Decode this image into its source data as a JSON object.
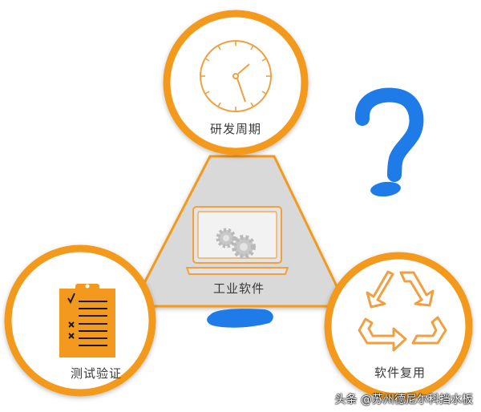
{
  "nodes": {
    "top": {
      "label": "研发周期",
      "icon": "clock-icon"
    },
    "center": {
      "label": "工业软件",
      "icon": "laptop-gears-icon"
    },
    "bottom_left": {
      "label": "测试验证",
      "icon": "clipboard-checklist-icon"
    },
    "bottom_right": {
      "label": "软件复用",
      "icon": "recycle-icon"
    }
  },
  "decorations": {
    "question_mark": "question-mark-icon",
    "blue_stroke": "blue-brush-stroke"
  },
  "watermark": "头条 @苏州德尼尔科挡水板",
  "colors": {
    "accent": "#f39a1e",
    "icon_line": "#f0a040",
    "triangle_fill": "#d9d9d9",
    "triangle_stroke": "#f39a1e",
    "blue": "#1e7be8",
    "text": "#3a3a3a"
  }
}
